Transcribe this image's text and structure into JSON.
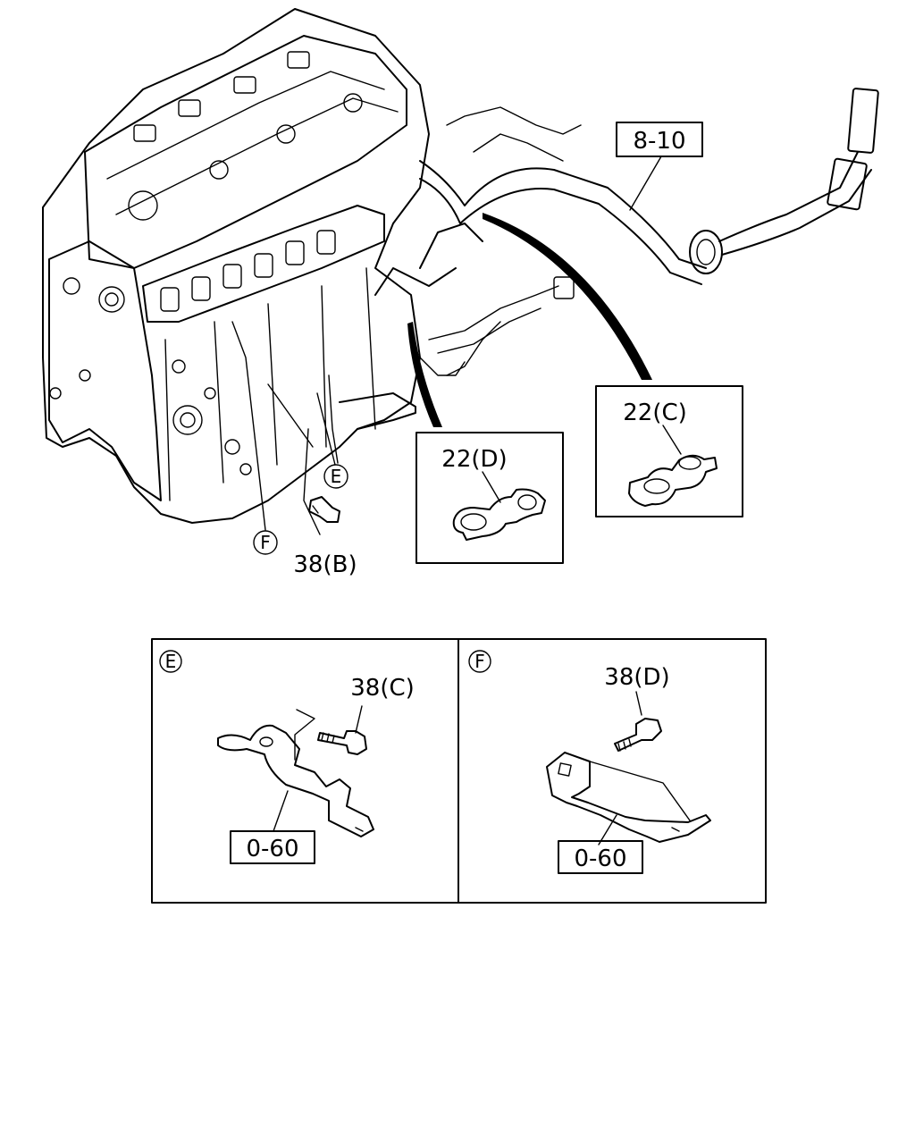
{
  "callouts": {
    "harness_ref": "8-10",
    "clip_c": "22(C)",
    "clip_d": "22(D)",
    "bolt_b": "38(B)",
    "bolt_c": "38(C)",
    "bolt_d": "38(D)",
    "bracket_e_ref": "0-60",
    "bracket_f_ref": "0-60"
  },
  "markers": {
    "e": "E",
    "f": "F"
  },
  "icons": {
    "engine": "engine-block-illustration",
    "clip": "hose-clip-drawing",
    "bolt": "flange-bolt-drawing",
    "bracket": "bracket-drawing"
  }
}
